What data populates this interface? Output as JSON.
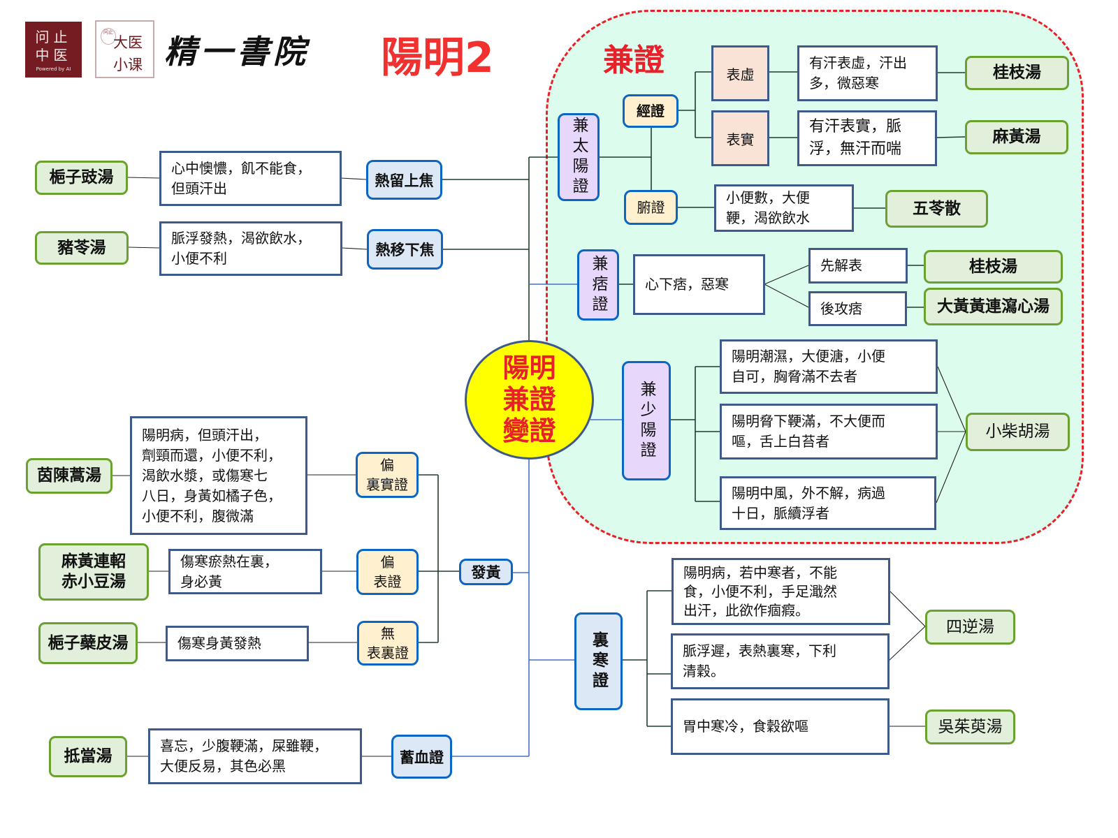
{
  "header": {
    "brand_logo": {
      "line1": "问止",
      "line2": "中医",
      "tagline": "Powered by AI"
    },
    "course_logo": {
      "seal": "问止",
      "line1": "大医",
      "line2": "小课"
    },
    "academy_name": "精一書院",
    "title": "陽明2"
  },
  "center_node": {
    "lines": [
      "陽明",
      "兼證",
      "變證"
    ]
  },
  "concurrent_section": {
    "title": "兼證",
    "taiyang": {
      "label": "兼太陽證",
      "channel": {
        "label": "經證",
        "exterior_deficiency": {
          "label": "表虛",
          "symptoms": [
            "有汗表虛，汗出",
            "多，微惡寒"
          ],
          "formula": "桂枝湯"
        },
        "exterior_excess": {
          "label": "表實",
          "symptoms": [
            "有汗表實，脈",
            "浮，無汗而喘"
          ],
          "formula": "麻黃湯"
        }
      },
      "organ": {
        "label": "腑證",
        "symptoms": [
          "小便數，大便",
          "鞕，渴欲飲水"
        ],
        "formula": "五苓散"
      }
    },
    "pi": {
      "label": "兼痞證",
      "symptoms": "心下痞，惡寒",
      "first": {
        "label": "先解表",
        "formula": "桂枝湯"
      },
      "then": {
        "label": "後攻痞",
        "formula": "大黃黃連瀉心湯"
      }
    },
    "shaoyang": {
      "label": "兼少陽證",
      "cases": [
        {
          "lines": [
            "陽明潮濕，大便溏，小便",
            "自可，胸脅滿不去者"
          ]
        },
        {
          "lines": [
            "陽明脅下鞕滿，不大便而",
            "嘔，舌上白苔者"
          ]
        },
        {
          "lines": [
            "陽明中風，外不解，病過",
            "十日，脈續浮者"
          ]
        }
      ],
      "formula": "小柴胡湯"
    }
  },
  "heat_patterns": [
    {
      "label": "熱留上焦",
      "symptoms": [
        "心中懊憹，飢不能食，",
        "但頭汗出"
      ],
      "formula": "梔子豉湯"
    },
    {
      "label": "熱移下焦",
      "symptoms": [
        "脈浮發熱，渴欲飲水，",
        "小便不利"
      ],
      "formula": "豬苓湯"
    }
  ],
  "jaundice": {
    "label": "發黃",
    "types": [
      {
        "label_lines": [
          "偏",
          "裏實證"
        ],
        "symptoms": [
          "陽明病，但頭汗出，",
          "劑頸而還，小便不利，",
          "渴飲水漿，或傷寒七",
          "八日，身黃如橘子色，",
          "小便不利，腹微滿"
        ],
        "formula": [
          "茵陳蒿湯"
        ]
      },
      {
        "label_lines": [
          "偏",
          "表證"
        ],
        "symptoms": [
          "傷寒瘀熱在裏，",
          "身必黃"
        ],
        "formula": [
          "麻黃連軺",
          "赤小豆湯"
        ]
      },
      {
        "label_lines": [
          "無",
          "表裏證"
        ],
        "symptoms": [
          "傷寒身黃發熱"
        ],
        "formula": [
          "梔子蘗皮湯"
        ]
      }
    ]
  },
  "blood_stasis": {
    "label": "蓄血證",
    "symptoms": [
      "喜忘，少腹鞕滿，屎雖鞕，",
      "大便反易，其色必黑"
    ],
    "formula": "抵當湯"
  },
  "interior_cold": {
    "label": "裏寒證",
    "cases": [
      {
        "lines": [
          "陽明病，若中寒者，不能",
          "食，小便不利，手足濈然",
          "出汗，此欲作痼瘕。"
        ]
      },
      {
        "lines": [
          "脈浮遲，表熱裏寒，下利",
          "清穀。"
        ]
      },
      {
        "lines": [
          "胃中寒冷，食穀欲嘔"
        ]
      }
    ],
    "formulas": [
      "四逆湯",
      "吳茱萸湯"
    ]
  },
  "colors": {
    "accent-red": "#e8202a",
    "title-red": "#f0312f",
    "formula-fill": "#e2efda",
    "formula-border": "#6aa12f",
    "textbox-border": "#3d5a8a",
    "node-border": "#0a66c2",
    "blue-fill": "#dce8f6",
    "yellow-fill": "#fff1cf",
    "purple-fill": "#e7d8fb",
    "pink-fill": "#f9e2d6",
    "region-fill": "#dcfcee",
    "center-fill": "#ffff00",
    "link-dark": "#1e3d2a",
    "link-blue": "#4472c4",
    "logo-red": "#751c22"
  }
}
